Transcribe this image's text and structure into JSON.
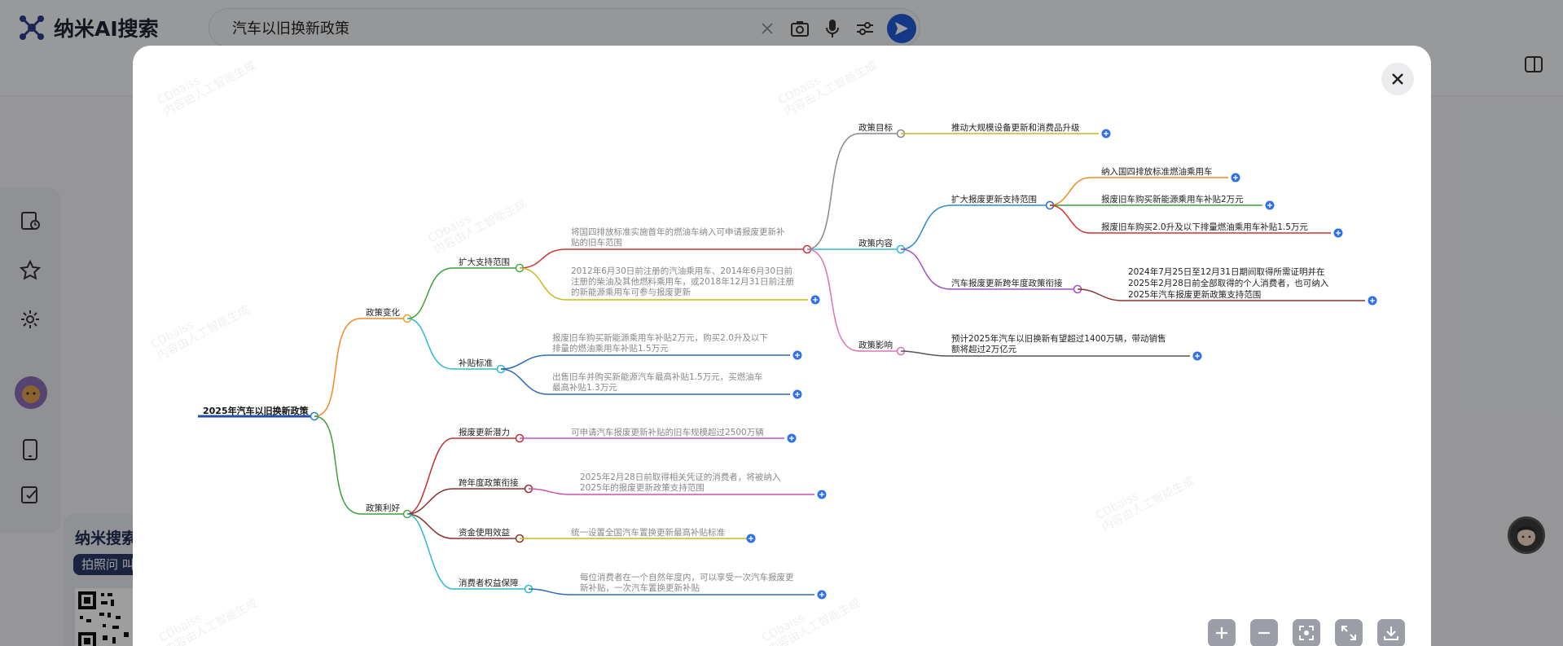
{
  "app": {
    "name": "纳米AI搜索"
  },
  "search": {
    "value": "汽车以旧换新政策"
  },
  "promo": {
    "title": "纳米搜索",
    "chip": "拍照问 叫"
  },
  "colors": {
    "brand": "#1f5bd9",
    "node_dot": "#2f6fe8"
  },
  "mindmap": {
    "root": "2025年汽车以旧换新政策",
    "left": {
      "policy_change": {
        "label": "政策变化",
        "expand_scope": {
          "label": "扩大支持范围",
          "leaf1_line1": "将国四排放标准实施首年的燃油车纳入可申请报废更新补",
          "leaf1_line2": "贴的旧车范围",
          "leaf2_line1": "2012年6月30日前注册的汽油乘用车、2014年6月30日前",
          "leaf2_line2": "注册的柴油及其他燃料乘用车，或2018年12月31日前注册",
          "leaf2_line3": "的新能源乘用车可参与报废更新"
        },
        "subsidy_standard": {
          "label": "补贴标准",
          "leaf1_line1": "报废旧车购买新能源乘用车补贴2万元，购买2.0升及以下",
          "leaf1_line2": "排量的燃油乘用车补贴1.5万元",
          "leaf2_line1": "出售旧车并购买新能源汽车最高补贴1.5万元，买燃油车",
          "leaf2_line2": "最高补贴1.3万元"
        }
      },
      "policy_benefit": {
        "label": "政策利好",
        "scrap_potential": {
          "label": "报废更新潜力",
          "leaf": "可申请汽车报废更新补贴的旧车规模超过2500万辆"
        },
        "cross_year": {
          "label": "跨年度政策衔接",
          "leaf_line1": "2025年2月28日前取得相关凭证的消费者，将被纳入",
          "leaf_line2": "2025年的报废更新政策支持范围"
        },
        "fund_usage": {
          "label": "资金使用效益",
          "leaf": "统一设置全国汽车置换更新最高补贴标准"
        },
        "consumer_rights": {
          "label": "消费者权益保障",
          "leaf_line1": "每位消费者在一个自然年度内，可以享受一次汽车报废更",
          "leaf_line2": "新补贴，一次汽车置换更新补贴"
        }
      }
    },
    "right": {
      "goal": {
        "label": "政策目标",
        "leaf": "推动大规模设备更新和消费品升级"
      },
      "content": {
        "label": "政策内容",
        "scope": {
          "label": "扩大报废更新支持范围",
          "leaf1": "纳入国四排放标准燃油乘用车",
          "leaf2": "报废旧车购买新能源乘用车补贴2万元",
          "leaf3": "报废旧车购买2.0升及以下排量燃油乘用车补贴1.5万元"
        },
        "connect": {
          "label": "汽车报废更新跨年度政策衔接",
          "leaf_line1": "2024年7月25日至12月31日期间取得所需证明并在",
          "leaf_line2": "2025年2月28日前全部取得的个人消费者，也可纳入",
          "leaf_line3": "2025年汽车报废更新政策支持范围"
        }
      },
      "impact": {
        "label": "政策影响",
        "leaf_line1": "预计2025年汽车以旧换新有望超过1400万辆，带动销售",
        "leaf_line2": "额将超过2万亿元"
      }
    }
  }
}
